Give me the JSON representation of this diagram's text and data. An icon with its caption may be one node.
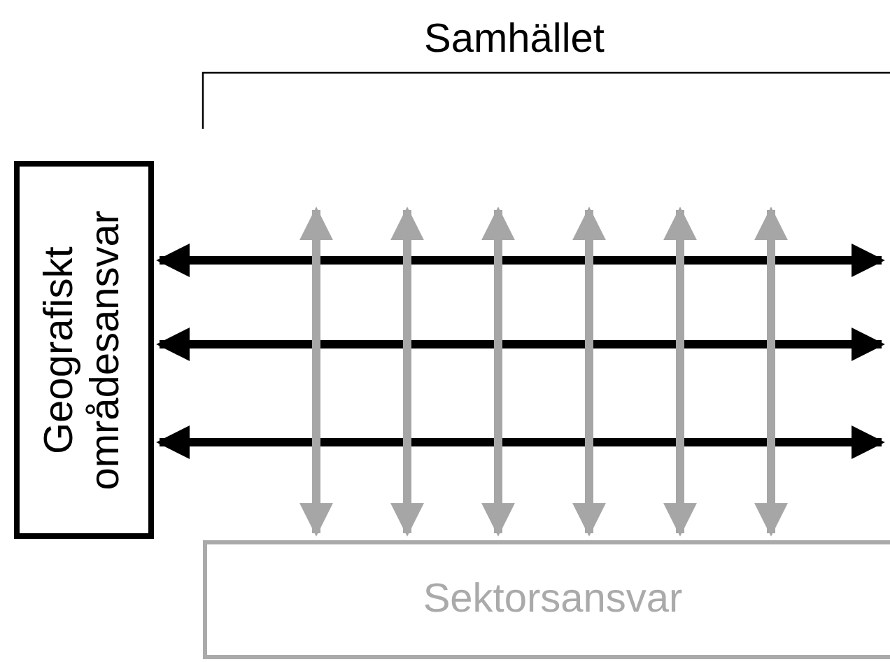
{
  "diagram": {
    "nodes": [
      {
        "text": [
          "Geografiskt områdesansvar"
        ]
      },
      {
        "text": [
          "Sektorsansvar"
        ]
      }
    ],
    "edges": [
      {
        "from": 0,
        "to": null,
        "arrow": "both",
        "color": "#000000"
      },
      {
        "from": 0,
        "to": null,
        "arrow": "both",
        "color": "#000000"
      },
      {
        "from": 0,
        "to": null,
        "arrow": "both",
        "color": "#000000"
      },
      {
        "from": null,
        "to": 1,
        "arrow": "both"
      },
      {
        "from": null,
        "to": 1,
        "arrow": "both"
      },
      {
        "from": null,
        "to": 1,
        "arrow": "both"
      },
      {
        "from": null,
        "to": 1,
        "arrow": "both"
      },
      {
        "from": null,
        "to": 1,
        "arrow": "both"
      },
      {
        "from": null,
        "to": 1,
        "arrow": "both"
      }
    ],
    "labels": [
      "Samhället"
    ]
  }
}
